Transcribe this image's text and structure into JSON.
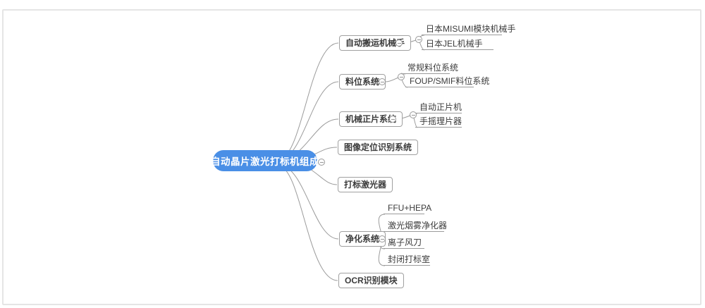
{
  "map": {
    "root": {
      "label": "自动晶片激光打标机组成"
    },
    "branches": [
      {
        "label": "自动搬运机械手",
        "children": [
          "日本MISUMI模块机械手",
          "日本JEL机械手"
        ]
      },
      {
        "label": "料位系统",
        "children": [
          "常规料位系统",
          "FOUP/SMIF料位系统"
        ]
      },
      {
        "label": "机械正片系统",
        "children": [
          "自动正片机",
          "手摇理片器"
        ]
      },
      {
        "label": "图像定位识别系统",
        "children": []
      },
      {
        "label": "打标激光器",
        "children": []
      },
      {
        "label": "净化系统",
        "children": [
          "FFU+HEPA",
          "激光烟雾净化器",
          "离子风刀",
          "封闭打标室"
        ]
      },
      {
        "label": "OCR识别模块",
        "children": []
      }
    ],
    "colors": {
      "root_bg": "#4a8fe6",
      "root_text": "#ffffff",
      "connector": "#9b9b9b",
      "node_border": "#a0a0a0",
      "node_text": "#3b3b3b"
    }
  }
}
